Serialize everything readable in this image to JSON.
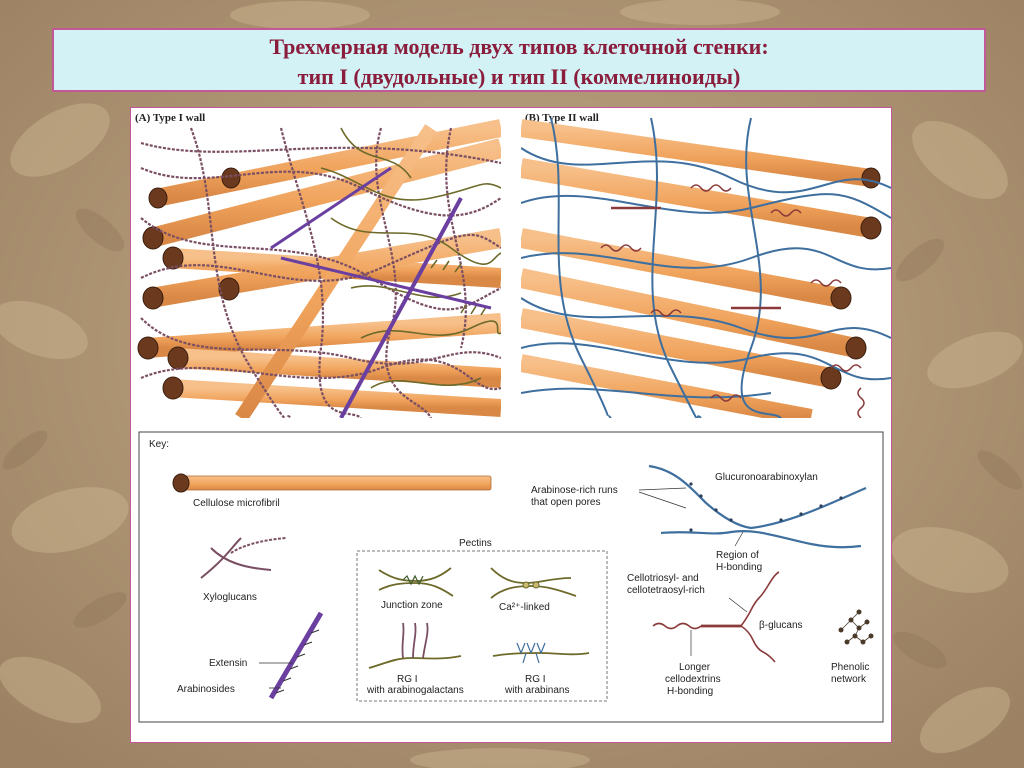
{
  "slide": {
    "title_line1": "Трехмерная модель двух типов клеточной стенки:",
    "title_line2": "тип I (двудольные) и тип II (коммелиноиды)"
  },
  "panels": {
    "a_label": "(A) Type I wall",
    "b_label": "(B) Type II wall"
  },
  "key": {
    "heading": "Key:",
    "cellulose": "Cellulose microfibril",
    "xyloglucans": "Xyloglucans",
    "extensin": "Extensin",
    "arabinosides": "Arabinosides",
    "pectins_heading": "Pectins",
    "junction_zone": "Junction zone",
    "ca_linked": "Ca²⁺-linked",
    "rg1_ag_line1": "RG I",
    "rg1_ag_line2": "with arabinogalactans",
    "rg1_ar_line1": "RG I",
    "rg1_ar_line2": "with arabinans",
    "gax": "Glucuronoarabinoxylan",
    "arabinose_line1": "Arabinose-rich runs",
    "arabinose_line2": "that open pores",
    "region_line1": "Region of",
    "region_line2": "H-bonding",
    "cellotriosyl_line1": "Cellotriosyl- and",
    "cellotriosyl_line2": "cellotetraosyl-rich",
    "beta_glucans": "β-glucans",
    "longer_line1": "Longer",
    "longer_line2": "cellodextrins",
    "longer_line3": "H-bonding",
    "phenolic_line1": "Phenolic",
    "phenolic_line2": "network"
  },
  "colors": {
    "cellulose": "#f2a766",
    "cellulose_end": "#6b3a1e",
    "xyloglucan": "#7a4f63",
    "pectin": "#6d6a2a",
    "extensin": "#6a3fa0",
    "gax": "#3e6f9e",
    "beta_glucan": "#8a3a3a"
  }
}
